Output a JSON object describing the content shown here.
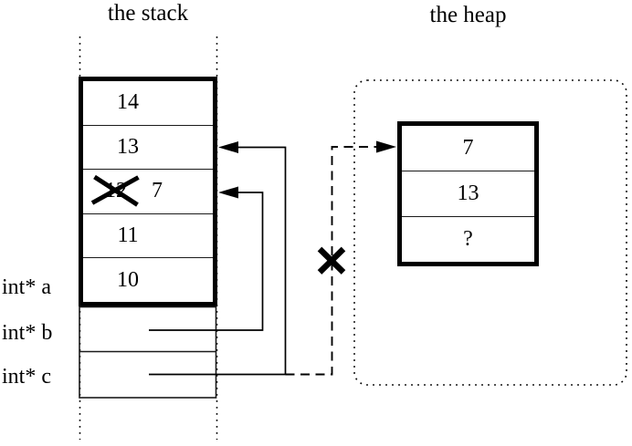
{
  "titles": {
    "stack": "the stack",
    "heap": "the heap"
  },
  "stack_box": {
    "cells": [
      {
        "value": "14"
      },
      {
        "value": "13"
      },
      {
        "value": "7",
        "old_value": "12"
      },
      {
        "value": "11"
      },
      {
        "value": "10"
      }
    ]
  },
  "pointer_labels": {
    "a": "int* a",
    "b": "int* b",
    "c": "int* c"
  },
  "heap_box": {
    "cells": [
      {
        "value": "7"
      },
      {
        "value": "13"
      },
      {
        "value": "?"
      }
    ]
  },
  "colors": {
    "ink": "#000000",
    "background": "#ffffff"
  }
}
